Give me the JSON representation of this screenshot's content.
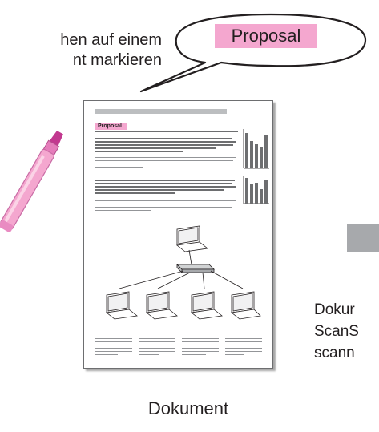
{
  "instruction": {
    "lines": [
      "hen auf einem",
      "nt markieren"
    ]
  },
  "bubble": {
    "label": "Proposal"
  },
  "document": {
    "marked_title": "Proposal",
    "caption": "Dokument"
  },
  "right_text": {
    "lines": [
      "Dokur",
      "ScanS",
      "scann"
    ]
  },
  "colors": {
    "highlight": "#f4a7cf",
    "marker_body": "#f4a7cf",
    "marker_tip": "#c2388f",
    "arrow_gray": "#a7a9ac"
  },
  "icons": [
    "highlighter-marker-icon",
    "laptop-icon",
    "network-switch-icon",
    "bar-chart-thumbnail-icon"
  ]
}
